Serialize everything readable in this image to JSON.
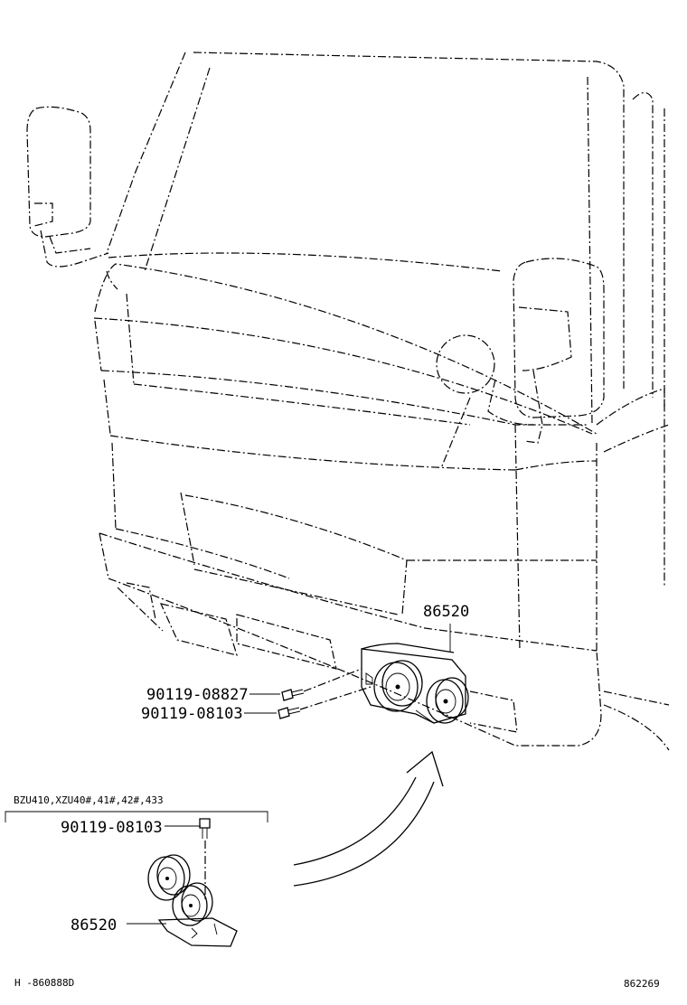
{
  "labels": {
    "horn_main": "86520",
    "bolt_a": "90119-08827",
    "bolt_b": "90119-08103",
    "inset_header": "BZU410,XZU40#,41#,42#,433",
    "inset_bolt": "90119-08103",
    "inset_horn": "86520",
    "footer_left": "H -860888D",
    "footer_right": "862269"
  }
}
